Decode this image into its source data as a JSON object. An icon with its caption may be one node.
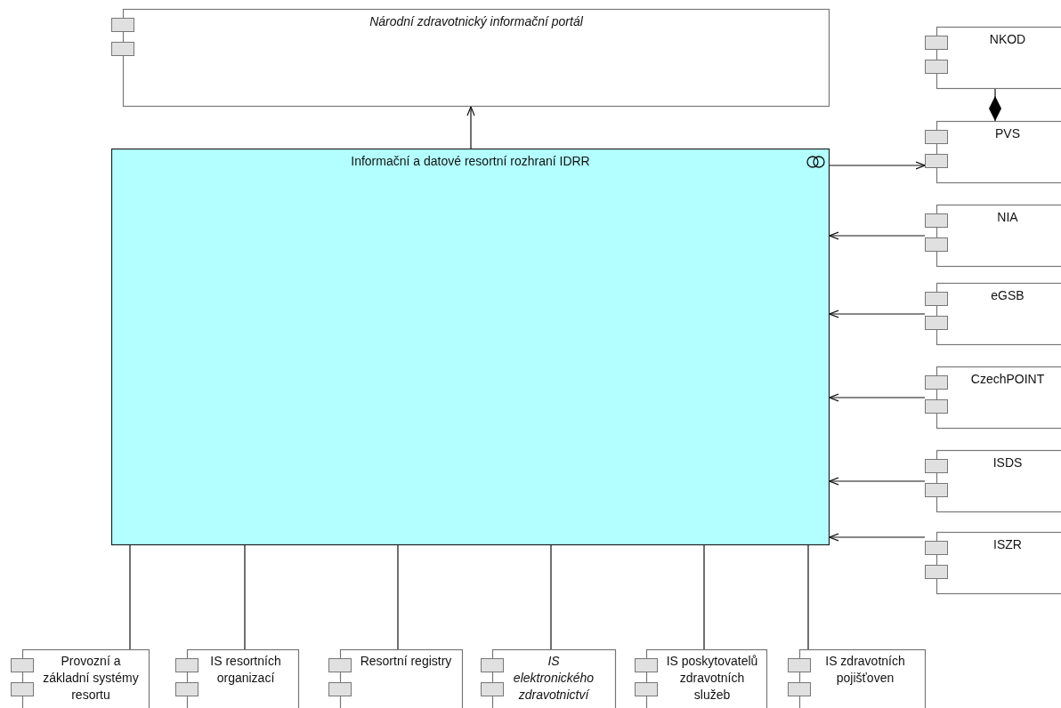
{
  "diagram": {
    "nodes": [
      {
        "text": [
          "Národní zdravotnický informační portál"
        ]
      },
      {
        "text": [
          "Informační a datové resortní rozhraní IDRR"
        ]
      },
      {
        "text": [
          "NKOD"
        ]
      },
      {
        "text": [
          "PVS"
        ]
      },
      {
        "text": [
          "NIA"
        ]
      },
      {
        "text": [
          "eGSB"
        ]
      },
      {
        "text": [
          "CzechPOINT"
        ]
      },
      {
        "text": [
          "ISDS"
        ]
      },
      {
        "text": [
          "ISZR"
        ]
      },
      {
        "text": [
          "Provozní a základní systémy resortu"
        ]
      },
      {
        "text": [
          "IS resortních organizací"
        ]
      },
      {
        "text": [
          "Resortní registry"
        ]
      },
      {
        "text": [
          "IS elektronického zdravotnictví"
        ]
      },
      {
        "text": [
          "IS poskytovatelů zdravotních služeb"
        ]
      },
      {
        "text": [
          "IS zdravotních pojišťoven"
        ]
      }
    ],
    "edges": [
      {
        "from": 1,
        "to": 0,
        "arrow": "to"
      },
      {
        "from": 1,
        "to": 3,
        "arrow": "to"
      },
      {
        "from": 2,
        "to": 3,
        "arrow": "other"
      },
      {
        "from": 4,
        "to": 1,
        "arrow": "to"
      },
      {
        "from": 5,
        "to": 1,
        "arrow": "to"
      },
      {
        "from": 6,
        "to": 1,
        "arrow": "to"
      },
      {
        "from": 7,
        "to": 1,
        "arrow": "to"
      },
      {
        "from": 8,
        "to": 1,
        "arrow": "to"
      },
      {
        "from": 1,
        "to": 9,
        "arrow": "none"
      },
      {
        "from": 1,
        "to": 10,
        "arrow": "none"
      },
      {
        "from": 1,
        "to": 11,
        "arrow": "none"
      },
      {
        "from": 1,
        "to": 12,
        "arrow": "none"
      },
      {
        "from": 1,
        "to": 13,
        "arrow": "none"
      },
      {
        "from": 1,
        "to": 14,
        "arrow": "none"
      }
    ]
  }
}
